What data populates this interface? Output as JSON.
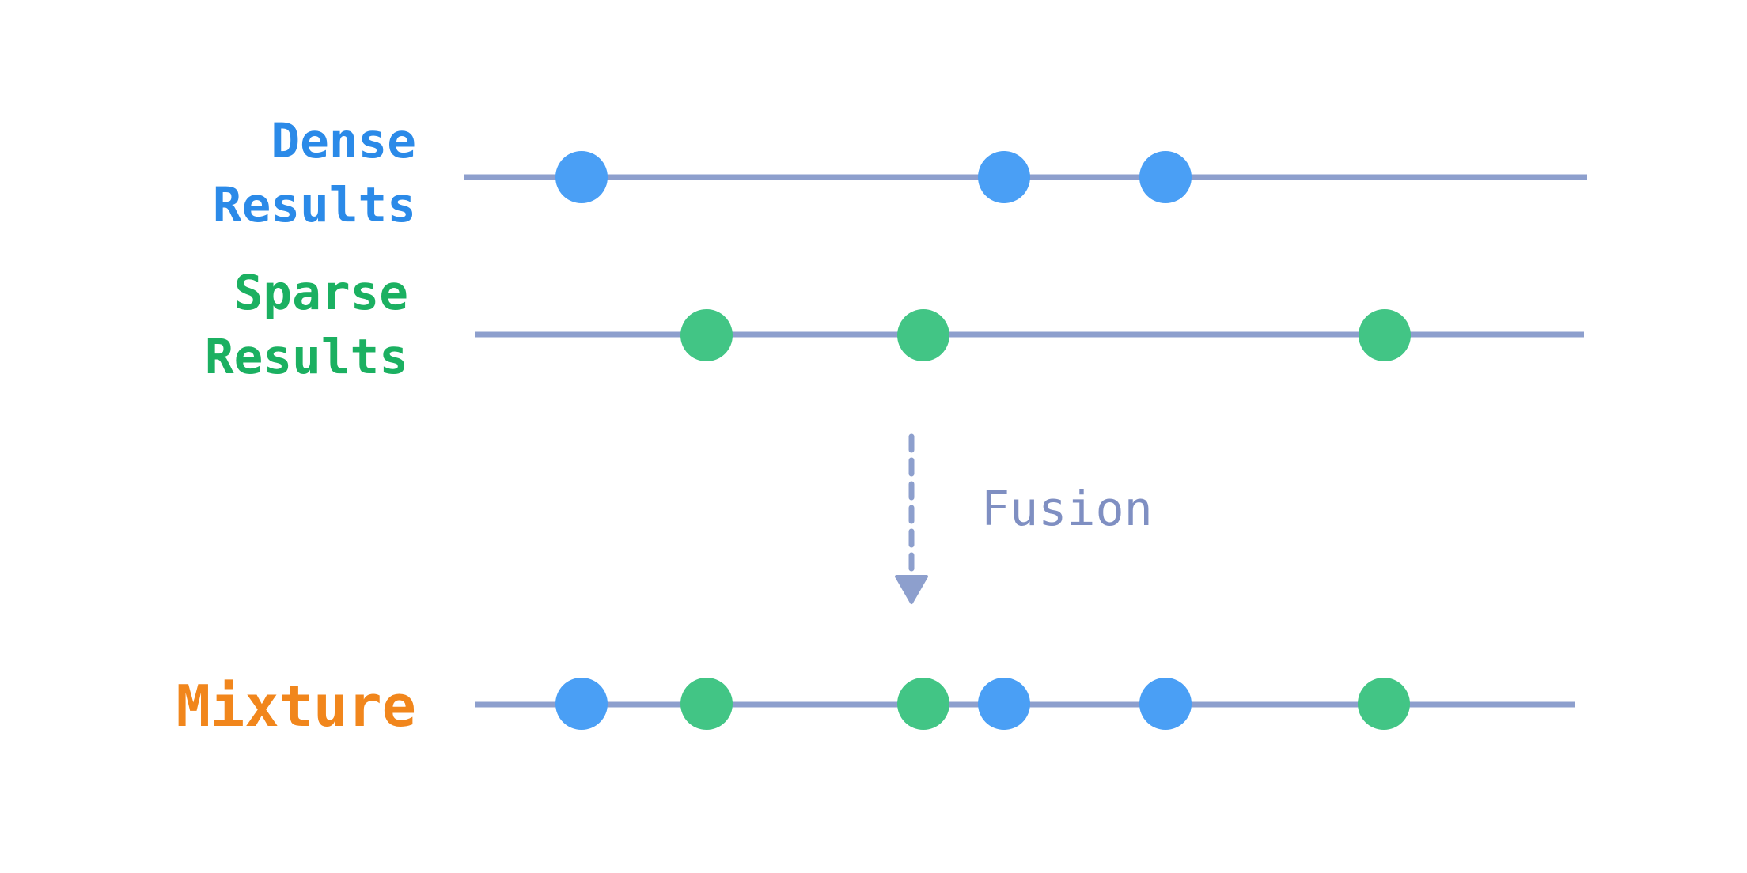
{
  "colors": {
    "dense": "#4a9ff5",
    "sparse": "#42c585",
    "line": "#8d9fcd",
    "fusion": "#7f8fc2",
    "dense_label": "#2b8ae8",
    "sparse_label": "#1bb061",
    "mixture_label": "#f1861c"
  },
  "rows": {
    "dense": {
      "label_line1": "Dense",
      "label_line2": "Results",
      "points": [
        "dense",
        "dense",
        "dense"
      ]
    },
    "sparse": {
      "label_line1": "Sparse",
      "label_line2": "Results",
      "points": [
        "sparse",
        "sparse",
        "sparse"
      ]
    },
    "mixture": {
      "label": "Mixture",
      "points": [
        "dense",
        "sparse",
        "sparse",
        "dense",
        "dense",
        "sparse"
      ]
    }
  },
  "fusion": {
    "label": "Fusion"
  }
}
